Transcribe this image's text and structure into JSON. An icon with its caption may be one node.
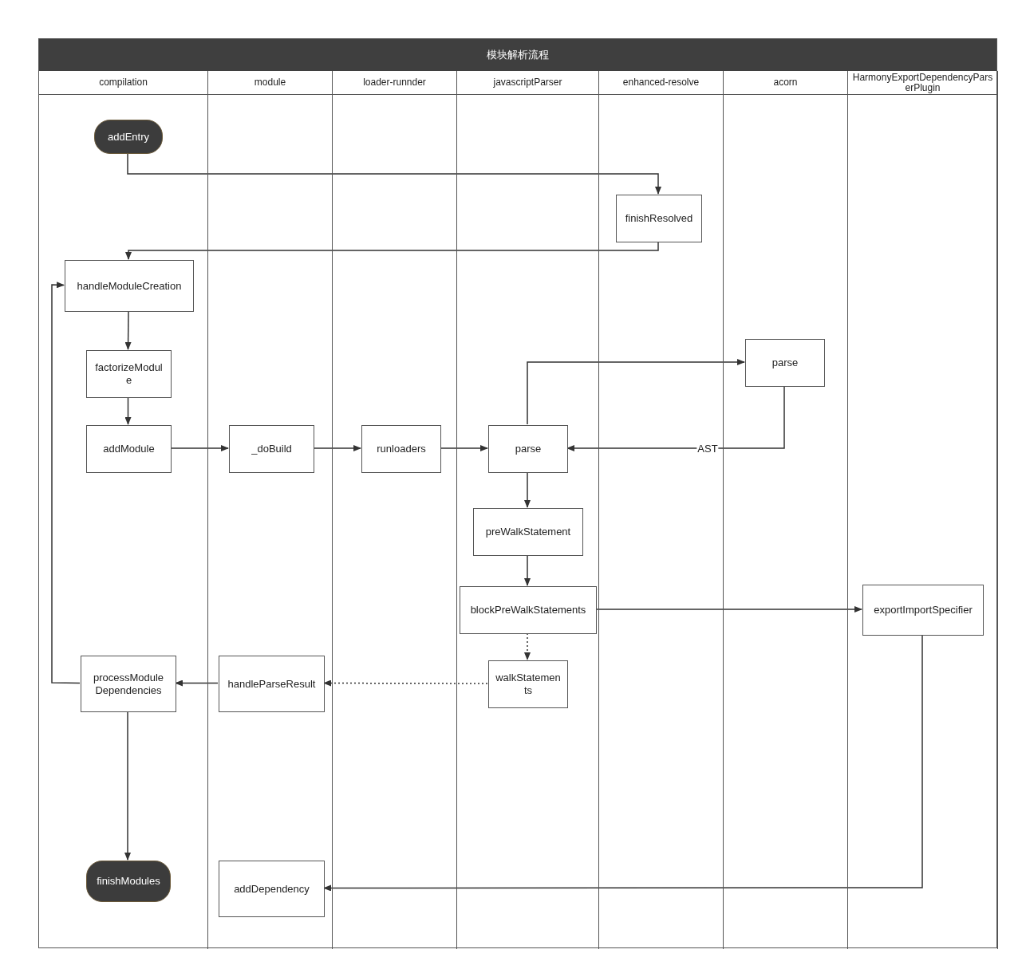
{
  "diagram": {
    "nodes": [
      {
        "text": [
          "模块解析流程"
        ]
      },
      {
        "text": [
          "compilation"
        ],
        "in": 0
      },
      {
        "text": [
          "module"
        ],
        "in": 0
      },
      {
        "text": [
          "loader-runnder"
        ],
        "in": 0
      },
      {
        "text": [
          "javascriptParser"
        ],
        "in": 0
      },
      {
        "text": [
          "enhanced-resolve"
        ],
        "in": 0
      },
      {
        "text": [
          "acorn"
        ],
        "in": 0
      },
      {
        "text": [
          "HarmonyExportDependencyParserPlugin"
        ],
        "in": 0
      },
      {
        "text": [
          "addEntry"
        ],
        "in": 1
      },
      {
        "text": [
          "finishResolved"
        ],
        "in": 5
      },
      {
        "text": [
          "handleModuleCreation"
        ],
        "in": 1
      },
      {
        "text": [
          "factorizeModule"
        ],
        "in": 1
      },
      {
        "text": [
          "addModule"
        ],
        "in": 1
      },
      {
        "text": [
          "_doBuild"
        ],
        "in": 2
      },
      {
        "text": [
          "runloaders"
        ],
        "in": 3
      },
      {
        "text": [
          "parse"
        ],
        "in": 4
      },
      {
        "text": [
          "parse"
        ],
        "in": 6
      },
      {
        "text": [
          "preWalkStatement"
        ],
        "in": 4
      },
      {
        "text": [
          "blockPreWalkStatements"
        ],
        "in": 4
      },
      {
        "text": [
          "exportImportSpecifier"
        ],
        "in": 7
      },
      {
        "text": [
          "walkStatements"
        ],
        "in": 4
      },
      {
        "text": [
          "handleParseResult"
        ],
        "in": 2
      },
      {
        "text": [
          "processModule Dependencies"
        ],
        "in": 1
      },
      {
        "text": [
          "finishModules"
        ],
        "in": 1
      },
      {
        "text": [
          "addDependency"
        ],
        "in": 2
      }
    ],
    "edges": [
      {
        "from": 8,
        "to": 9,
        "arrow": "to"
      },
      {
        "from": 9,
        "to": 10,
        "arrow": "to"
      },
      {
        "from": 10,
        "to": 11,
        "arrow": "to"
      },
      {
        "from": 11,
        "to": 12,
        "arrow": "to"
      },
      {
        "from": 12,
        "to": 13,
        "arrow": "to"
      },
      {
        "from": 13,
        "to": 14,
        "arrow": "to"
      },
      {
        "from": 14,
        "to": 15,
        "arrow": "to"
      },
      {
        "from": 15,
        "to": 16,
        "arrow": "to"
      },
      {
        "from": 16,
        "to": 15,
        "arrow": "to",
        "label": "AST"
      },
      {
        "from": 15,
        "to": 17,
        "arrow": "to"
      },
      {
        "from": 17,
        "to": 18,
        "arrow": "to"
      },
      {
        "from": 18,
        "to": 19,
        "arrow": "to"
      },
      {
        "from": 18,
        "to": 20,
        "arrow": "to",
        "style": "dashed"
      },
      {
        "from": 20,
        "to": 21,
        "arrow": "to",
        "style": "dashed"
      },
      {
        "from": 21,
        "to": 22,
        "arrow": "to"
      },
      {
        "from": 22,
        "to": 10,
        "arrow": "to"
      },
      {
        "from": 22,
        "to": 23,
        "arrow": "to"
      },
      {
        "from": 19,
        "to": 24,
        "arrow": "to"
      }
    ]
  }
}
